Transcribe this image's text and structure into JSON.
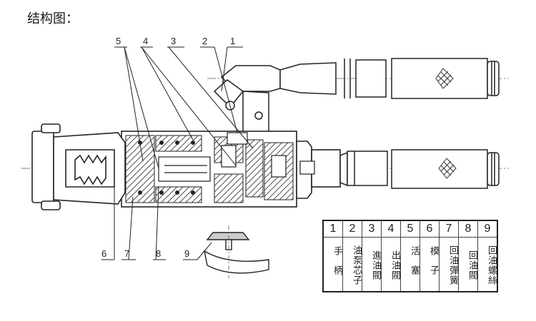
{
  "title": "结构图：",
  "callouts": [
    "1",
    "2",
    "3",
    "4",
    "5",
    "6",
    "7",
    "8",
    "9"
  ],
  "legend": {
    "numbers": [
      "1",
      "2",
      "3",
      "4",
      "5",
      "6",
      "7",
      "8",
      "9"
    ],
    "descriptions": [
      "手柄",
      "油泵芯子",
      "進油閥",
      "出油閥",
      "活塞",
      "模子",
      "回油彈簧",
      "回油閥",
      "回油螺絲"
    ]
  }
}
